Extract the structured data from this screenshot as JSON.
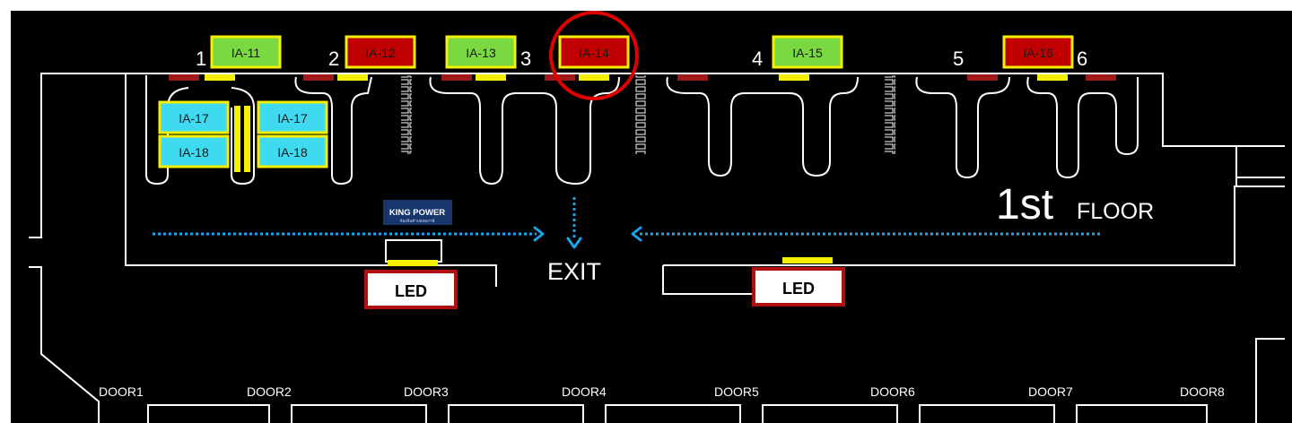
{
  "map": {
    "floor_label_big": "1st",
    "floor_label_small": "FLOOR",
    "exit_label": "EXIT",
    "logo_text": "KING POWER",
    "logo_subtext": "ห้องสินค้าปลอดภาษี",
    "led_labels": [
      "LED",
      "LED"
    ],
    "gate_numbers": [
      "1",
      "2",
      "3",
      "4",
      "5",
      "6"
    ],
    "ad_panels_top": [
      {
        "label": "IA-11",
        "status": "available"
      },
      {
        "label": "IA-12",
        "status": "occupied"
      },
      {
        "label": "IA-13",
        "status": "available"
      },
      {
        "label": "IA-14",
        "status": "occupied"
      },
      {
        "label": "IA-15",
        "status": "available"
      },
      {
        "label": "IA-16",
        "status": "occupied"
      }
    ],
    "ad_panels_inner": [
      {
        "label": "IA-17"
      },
      {
        "label": "IA-17"
      },
      {
        "label": "IA-18"
      },
      {
        "label": "IA-18"
      }
    ],
    "highlighted_panel": "IA-14",
    "doors": [
      "DOOR1",
      "DOOR2",
      "DOOR3",
      "DOOR4",
      "DOOR5",
      "DOOR6",
      "DOOR7",
      "DOOR8"
    ],
    "colors": {
      "background": "#000000",
      "wall": "#ffffff",
      "available": "#7ad940",
      "occupied": "#c00000",
      "panel_border": "#f5ef00",
      "inner_panel": "#3fd9f0",
      "led_border": "#b01010",
      "flow_arrow": "#1aa3e8",
      "highlight_ring": "#e00000"
    }
  }
}
